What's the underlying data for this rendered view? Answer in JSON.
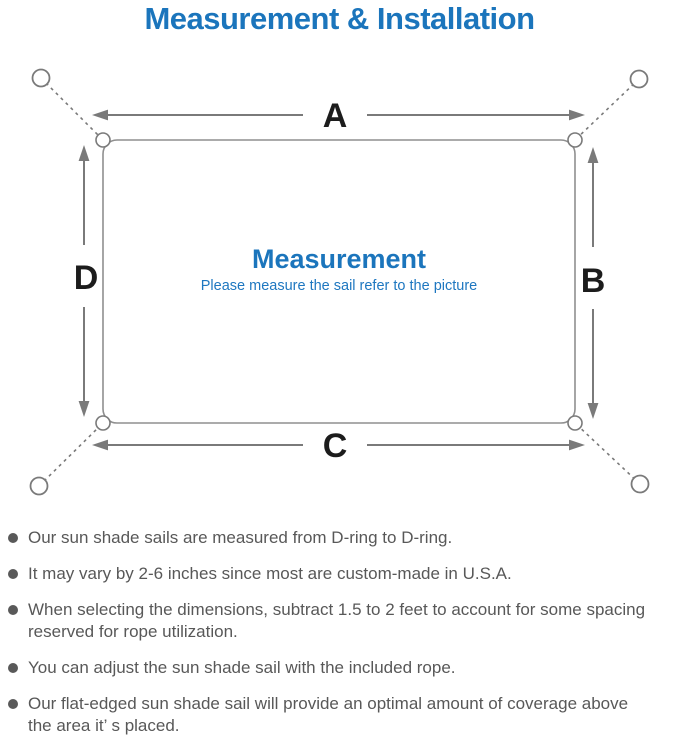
{
  "title": "Measurement & Installation",
  "diagram": {
    "labels": {
      "top": "A",
      "right": "B",
      "bottom": "C",
      "left": "D"
    },
    "center_title": "Measurement",
    "center_subtitle": "Please measure the sail refer to the picture"
  },
  "colors": {
    "accent_blue": "#1b75bc",
    "diagram_gray": "#7a7a7a",
    "label_black": "#1c1c1c",
    "bullet_text_gray": "#585858"
  },
  "bullets": [
    {
      "lines": [
        "Our sun shade sails are measured from D-ring to D-ring."
      ]
    },
    {
      "lines": [
        "It may vary by 2-6 inches since most are custom-made in U.S.A."
      ]
    },
    {
      "lines": [
        "When selecting the dimensions, subtract 1.5 to 2 feet to account for some spacing",
        "reserved for rope utilization."
      ]
    },
    {
      "lines": [
        "You can adjust the sun shade sail with the included rope."
      ]
    },
    {
      "lines": [
        "Our flat-edged sun shade sail will provide an optimal amount of coverage above",
        "the area it’ s placed."
      ]
    }
  ]
}
